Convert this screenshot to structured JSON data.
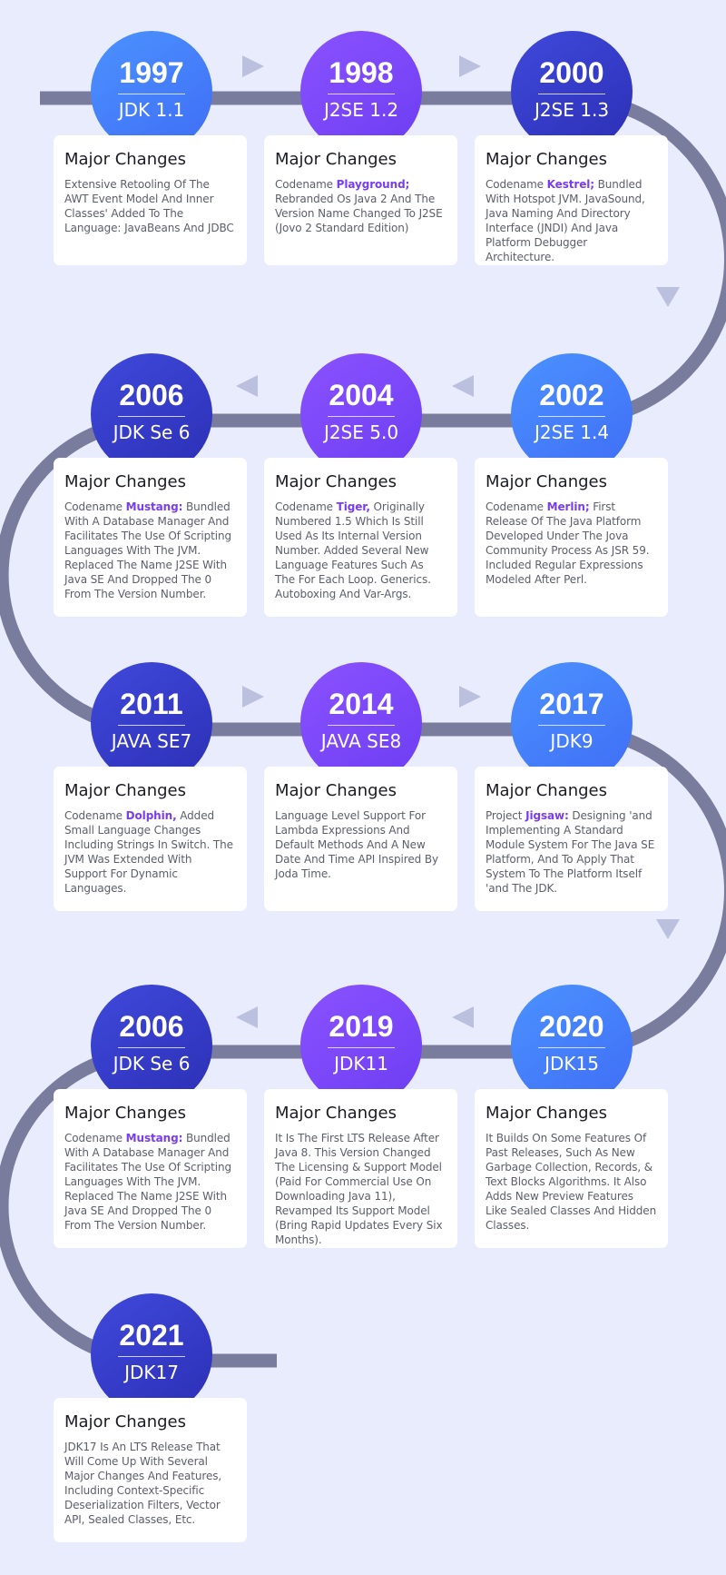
{
  "colors": {
    "background": "#e9ecfd",
    "track": "#7a7c9e",
    "arrow": "#bcc0df",
    "node_blue": "#4b7ff9",
    "node_purple": "#7a45f8",
    "node_navy": "#3338c6",
    "codename_highlight": "#7a3cf0"
  },
  "icons": {
    "direction_arrow": "triangle-arrow-icon"
  },
  "milestones": [
    {
      "year": "1997",
      "version": "JDK 1.1",
      "color": "blue",
      "heading": "Major Changes",
      "pre": "",
      "highlight": "",
      "post": "Extensive Retooling Of The AWT Event Model And Inner Classes' Added To The Language: JavaBeans And JDBC"
    },
    {
      "year": "1998",
      "version": "J2SE 1.2",
      "color": "purple",
      "heading": "Major Changes",
      "pre": "Codename ",
      "highlight": "Playground;",
      "post": " Rebranded Os Java 2 And The Version Name Changed To J2SE (Jovo 2 Standard Edition)"
    },
    {
      "year": "2000",
      "version": "J2SE 1.3",
      "color": "navy",
      "heading": "Major Changes",
      "pre": "Codename ",
      "highlight": "Kestrel;",
      "post": " Bundled With Hotspot JVM. JavaSound, Java Naming And Directory Interface (JNDI) And Java Platform Debugger Architecture."
    },
    {
      "year": "2002",
      "version": "J2SE 1.4",
      "color": "blue",
      "heading": "Major Changes",
      "pre": "Codename ",
      "highlight": "Merlin;",
      "post": " First Release Of The Java Platform Developed Under The Jova Community Process As JSR 59. Included Regular Expressions Modeled After Perl."
    },
    {
      "year": "2004",
      "version": "J2SE 5.0",
      "color": "purple",
      "heading": "Major Changes",
      "pre": "Codename ",
      "highlight": "Tiger,",
      "post": " Originally Numbered 1.5 Which Is Still Used As Its Internal Version Number. Added Several New Language Features Such As The For Each Loop. Generics. Autoboxing And Var-Args."
    },
    {
      "year": "2006",
      "version": "JDK Se 6",
      "color": "navy",
      "heading": "Major Changes",
      "pre": "Codename ",
      "highlight": "Mustang:",
      "post": " Bundled With A Database Manager And Facilitates The Use Of Scripting Languages With The JVM. Replaced The Name J2SE With Java SE And Dropped The 0 From The Version Number."
    },
    {
      "year": "2011",
      "version": "JAVA SE7",
      "color": "navy",
      "heading": "Major Changes",
      "pre": "Codename ",
      "highlight": "Dolphin,",
      "post": " Added Small Language Changes Including Strings In Switch. The JVM Was Extended With Support For Dynamic Languages."
    },
    {
      "year": "2014",
      "version": "JAVA SE8",
      "color": "purple",
      "heading": "Major Changes",
      "pre": "",
      "highlight": "",
      "post": "Language Level Support For Lambda Expressions And Default Methods And A New Date And Time API Inspired By Joda Time."
    },
    {
      "year": "2017",
      "version": "JDK9",
      "color": "blue",
      "heading": "Major Changes",
      "pre": "Project ",
      "highlight": "Jigsaw:",
      "post": " Designing 'and Implementing A Standard Module System For The Java SE Platform, And To Apply That System To The Platform Itself 'and The JDK."
    },
    {
      "year": "2020",
      "version": "JDK15",
      "color": "blue",
      "heading": "Major Changes",
      "pre": "",
      "highlight": "",
      "post": "It Builds On Some Features Of Past Releases, Such As New Garbage Collection, Records, & Text Blocks Algorithms. It Also Adds New Preview Features Like Sealed Classes And Hidden Classes."
    },
    {
      "year": "2019",
      "version": "JDK11",
      "color": "purple",
      "heading": "Major Changes",
      "pre": "",
      "highlight": "",
      "post": "It Is The First LTS Release After Java 8. This Version Changed The Licensing & Support Model (Paid For Commercial Use On Downloading Java 11), Revamped Its Support Model (Bring Rapid Updates Every Six Months)."
    },
    {
      "year": "2006",
      "version": "JDK Se 6",
      "color": "navy",
      "heading": "Major Changes",
      "pre": "Codename ",
      "highlight": "Mustang:",
      "post": " Bundled With A Database Manager And Facilitates The Use Of Scripting Languages With The JVM. Replaced The Name J2SE With Java SE And Dropped The 0 From The Version Number."
    },
    {
      "year": "2021",
      "version": "JDK17",
      "color": "navy",
      "heading": "Major Changes",
      "pre": "",
      "highlight": "",
      "post": "JDK17 Is An LTS Release That Will Come Up With Several Major Changes And Features, Including Context-Specific Deserialization Filters, Vector API, Sealed Classes, Etc."
    }
  ]
}
